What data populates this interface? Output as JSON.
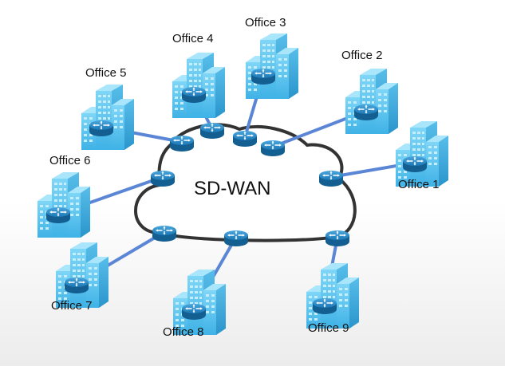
{
  "diagram": {
    "center_label": "SD-WAN",
    "colors": {
      "link": "#5b86d6",
      "cloud_stroke": "#333333",
      "building": "#5cc7f2",
      "router": "#1a7cb8"
    },
    "offices": [
      {
        "id": "office-1",
        "label": "Office 1"
      },
      {
        "id": "office-2",
        "label": "Office 2"
      },
      {
        "id": "office-3",
        "label": "Office 3"
      },
      {
        "id": "office-4",
        "label": "Office 4"
      },
      {
        "id": "office-5",
        "label": "Office 5"
      },
      {
        "id": "office-6",
        "label": "Office 6"
      },
      {
        "id": "office-7",
        "label": "Office 7"
      },
      {
        "id": "office-8",
        "label": "Office 8"
      },
      {
        "id": "office-9",
        "label": "Office 9"
      }
    ]
  }
}
